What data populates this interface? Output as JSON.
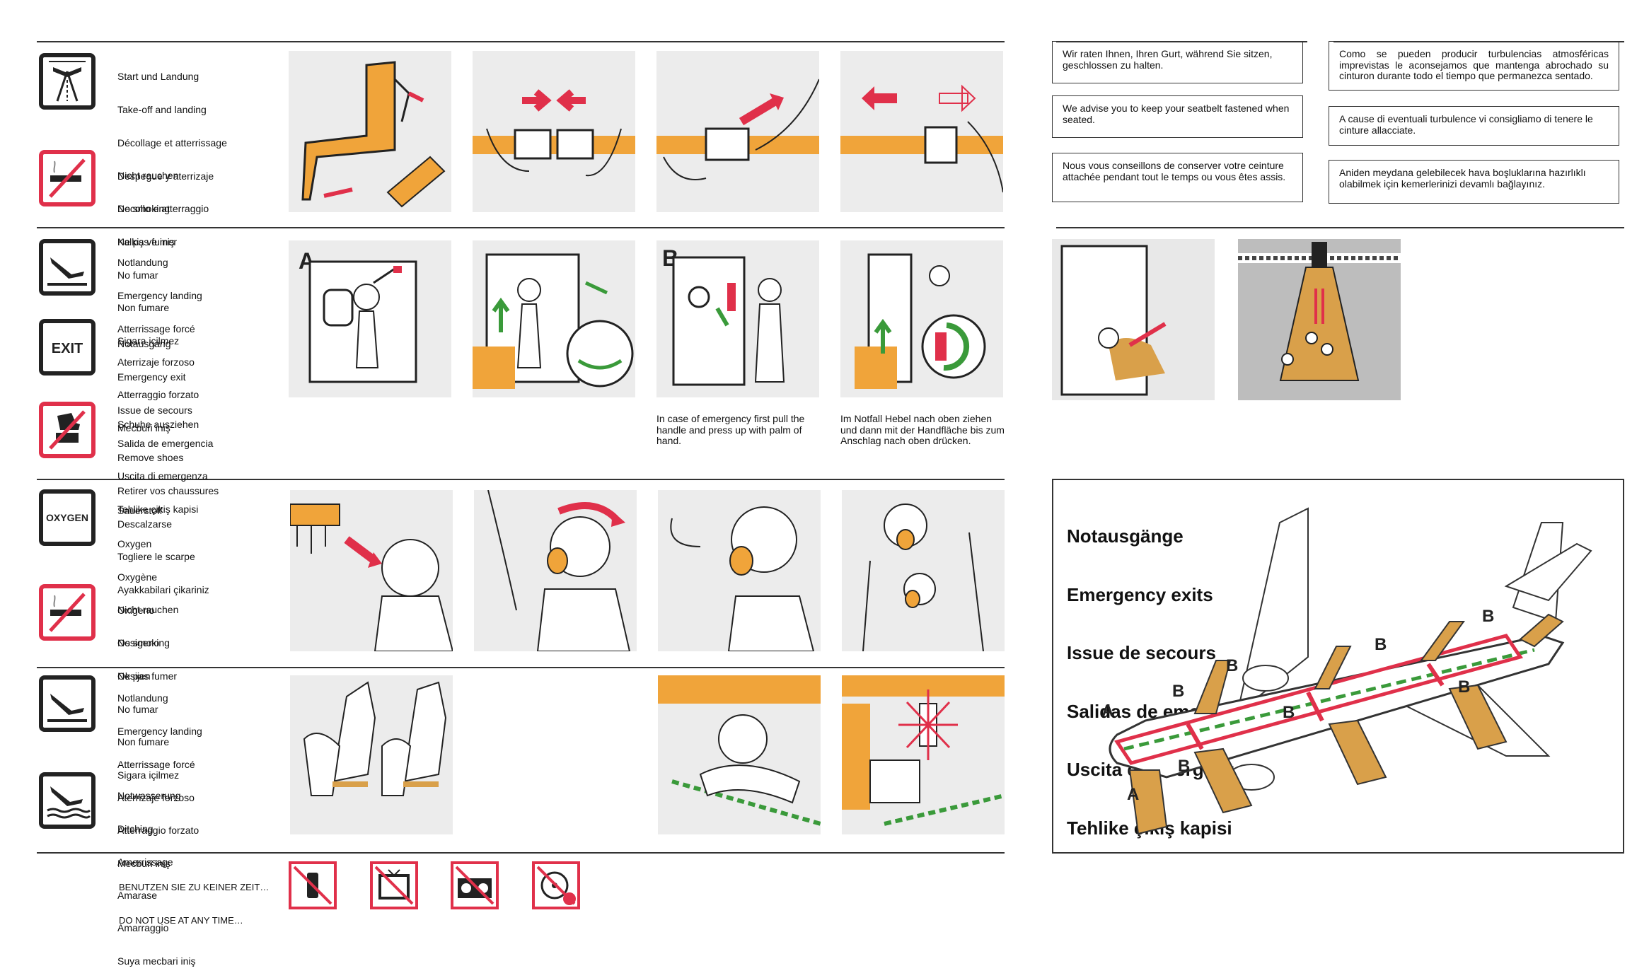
{
  "left_sections": {
    "seatbelt": {
      "lines": [
        "Start und Landung",
        "Take-off and landing",
        "Décollage et atterrissage",
        "Despegue y aterrizaje",
        "Decollo e atterraggio",
        "Kalkiş ve iniş"
      ]
    },
    "no_smoking": {
      "lines": [
        "Nicht rauchen",
        "No smoking",
        "Ne pas fumer",
        "No fumar",
        "Non fumare",
        "Sigara içilmez"
      ]
    },
    "emergency_landing": {
      "lines": [
        "Notlandung",
        "Emergency landing",
        "Atterrissage forcé",
        "Aterrizaje forzoso",
        "Atterraggio forzato",
        "Mecburi iniş"
      ]
    },
    "exit": {
      "icon_text": "EXIT",
      "lines": [
        "Notausgang",
        "Emergency exit",
        "Issue de secours",
        "Salida de emergencia",
        "Uscita di emergenza",
        "Tehlike çikiş kapisi"
      ]
    },
    "shoes": {
      "lines": [
        "Schuhe ausziehen",
        "Remove shoes",
        "Retirer vos chaussures",
        "Descalzarse",
        "Togliere le scarpe",
        "Ayakkabilari çikariniz"
      ]
    },
    "oxygen": {
      "icon_text": "OXYGEN",
      "lines": [
        "Sauerstoff",
        "Oxygen",
        "Oxygène",
        "Oxigeno",
        "Ossigeno",
        "Oksijen"
      ]
    },
    "no_smoking_2": {
      "lines": [
        "Nicht rauchen",
        "No smoking",
        "Ne pas fumer",
        "No fumar",
        "Non fumare",
        "Sigara içilmez"
      ]
    },
    "emergency_landing_2": {
      "lines": [
        "Notlandung",
        "Emergency landing",
        "Atterrissage forcé",
        "Aterrizaje forzoso",
        "Atterraggio forzato",
        "Mecburi iniş"
      ]
    },
    "ditching": {
      "lines": [
        "Notwasserung",
        "Ditching",
        "Amerrissage",
        "Amarase",
        "Amarraggio",
        "Suya mecbari iniş"
      ]
    }
  },
  "panel_labels": {
    "a": "A",
    "b": "B"
  },
  "captions": {
    "handle_en": "In case of emergency first pull the handle and press up with palm of hand.",
    "handle_de": "Im Notfall Hebel nach oben ziehen und dann mit der Handfläche bis zum Anschlag nach oben drücken."
  },
  "bottom_notice": {
    "lines": [
      "BENUTZEN SIE ZU KEINER ZEIT…",
      "DO NOT USE AT ANY TIME…"
    ]
  },
  "seatbelt_advice": {
    "de": "Wir raten Ihnen, Ihren Gurt, während Sie sitzen, geschlossen zu halten.",
    "en": "We advise you to keep your seatbelt fastened when seated.",
    "fr": "Nous vous conseillons de conserver votre ceinture attachée pendant tout le temps ou vous êtes assis.",
    "es": "Como se pueden producir turbulencias atmosféricas imprevistas le aconsejamos que mantenga abrochado su cinturon durante todo el tiempo que permanezca sentado.",
    "it": "A cause di eventuali turbulence vi consigliamo di tenere le cinture allacciate.",
    "tr": "Aniden meydana gelebilecek hava boşluklarına hazırlıklı olabilmek için kemerlerinizi devamlı bağlayınız."
  },
  "exits_diagram": {
    "title_lines": [
      "Notausgänge",
      "Emergency exits",
      "Issue de secours",
      "Salidas de emergencia",
      "Uscita di emergenza",
      "Tehlike çikiş kapisi"
    ],
    "door_labels": {
      "a": "A",
      "b": "B"
    }
  },
  "colors": {
    "accent_orange": "#f0a43a",
    "warning_red": "#e0304a",
    "panel_gray": "#ececec",
    "arrow_green": "#3a9a3a",
    "slide_tan": "#d9a04a"
  },
  "icons": {
    "seatbelt": "seatbelt-takeoff-icon",
    "no_smoking": "no-smoking-icon",
    "landing": "emergency-landing-icon",
    "exit": "exit-icon",
    "shoes": "remove-shoes-icon",
    "oxygen": "oxygen-icon",
    "ditching": "ditching-icon",
    "no_phone": "no-mobile-phone-icon",
    "no_tv": "no-television-icon",
    "no_radio": "no-radio-icon",
    "no_cd": "no-cd-player-icon"
  }
}
